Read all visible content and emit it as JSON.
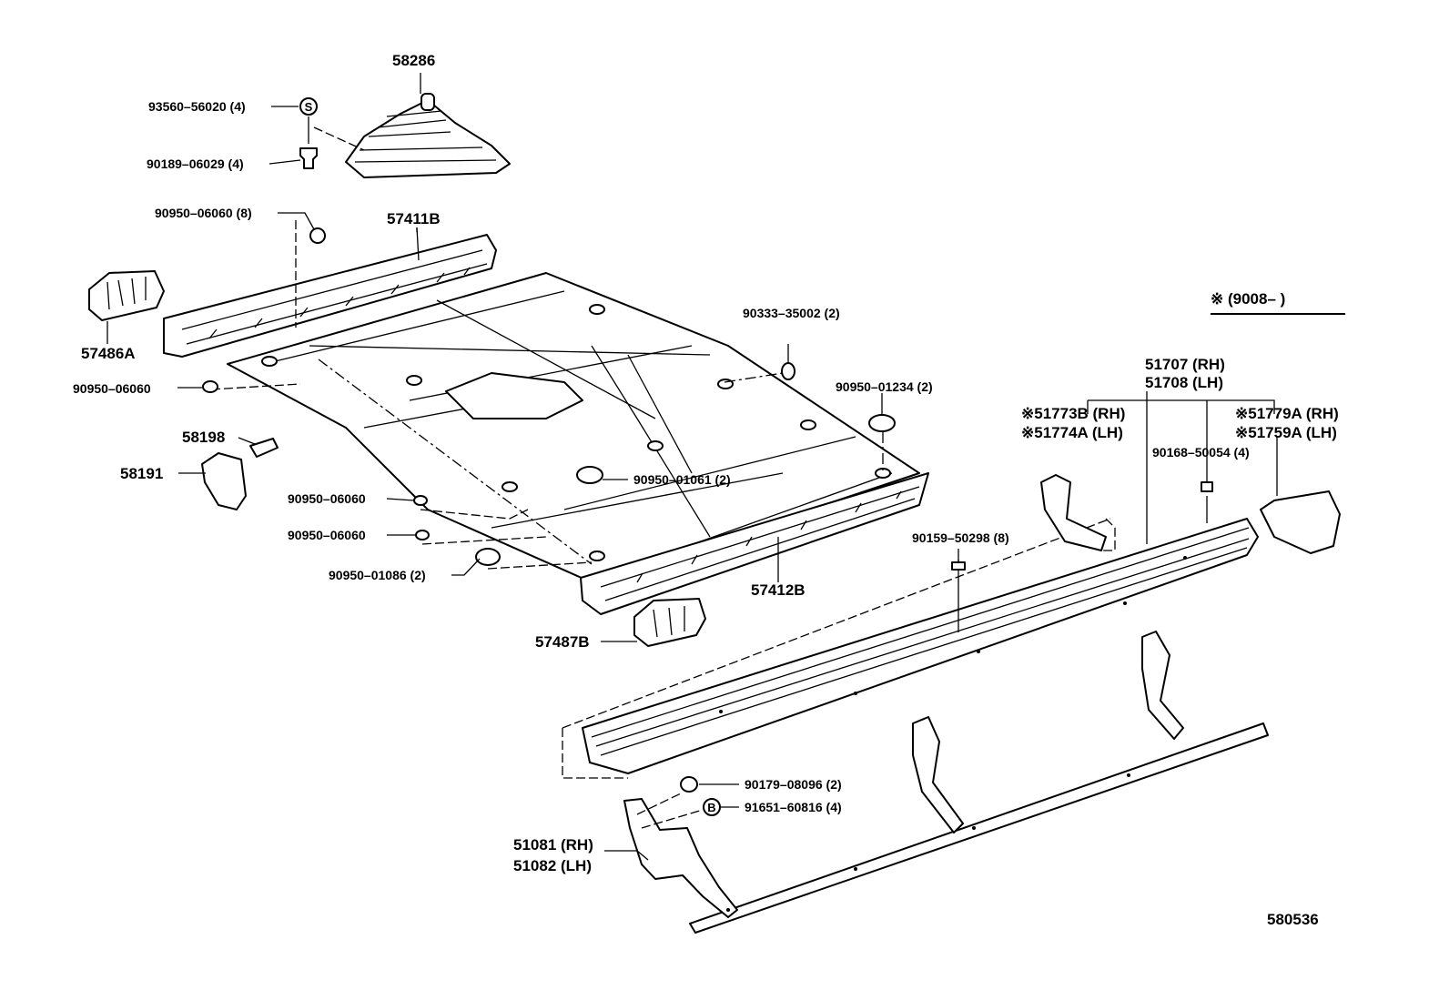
{
  "diagram_code": "580536",
  "note": {
    "mark": "※",
    "text": "(9008–       )"
  },
  "circle_marks": {
    "s": "S",
    "b": "B"
  },
  "labels": {
    "p58286": "58286",
    "p93560": "93560–56020 (4)",
    "p90189": "90189–06029 (4)",
    "p90950_06060_8": "90950–06060 (8)",
    "p57411B": "57411B",
    "p57486A": "57486A",
    "p90950_06060_a": "90950–06060",
    "p58198": "58198",
    "p58191": "58191",
    "p90950_06060_b": "90950–06060",
    "p90950_06060_c": "90950–06060",
    "p90950_01086": "90950–01086 (2)",
    "p90950_01061": "90950–01061 (2)",
    "p57412B": "57412B",
    "p57487B": "57487B",
    "p90333": "90333–35002 (2)",
    "p90950_01234": "90950–01234 (2)",
    "p51707": "51707 (RH)",
    "p51708": "51708 (LH)",
    "p51773B": "※51773B (RH)",
    "p51774A": "※51774A (LH)",
    "p51779A": "※51779A (RH)",
    "p51759A": "※51759A (LH)",
    "p90168": "90168–50054 (4)",
    "p90159": "90159–50298 (8)",
    "p90179": "90179–08096 (2)",
    "p91651": "91651–60816 (4)",
    "p51081": "51081 (RH)",
    "p51082": "51082 (LH)"
  }
}
